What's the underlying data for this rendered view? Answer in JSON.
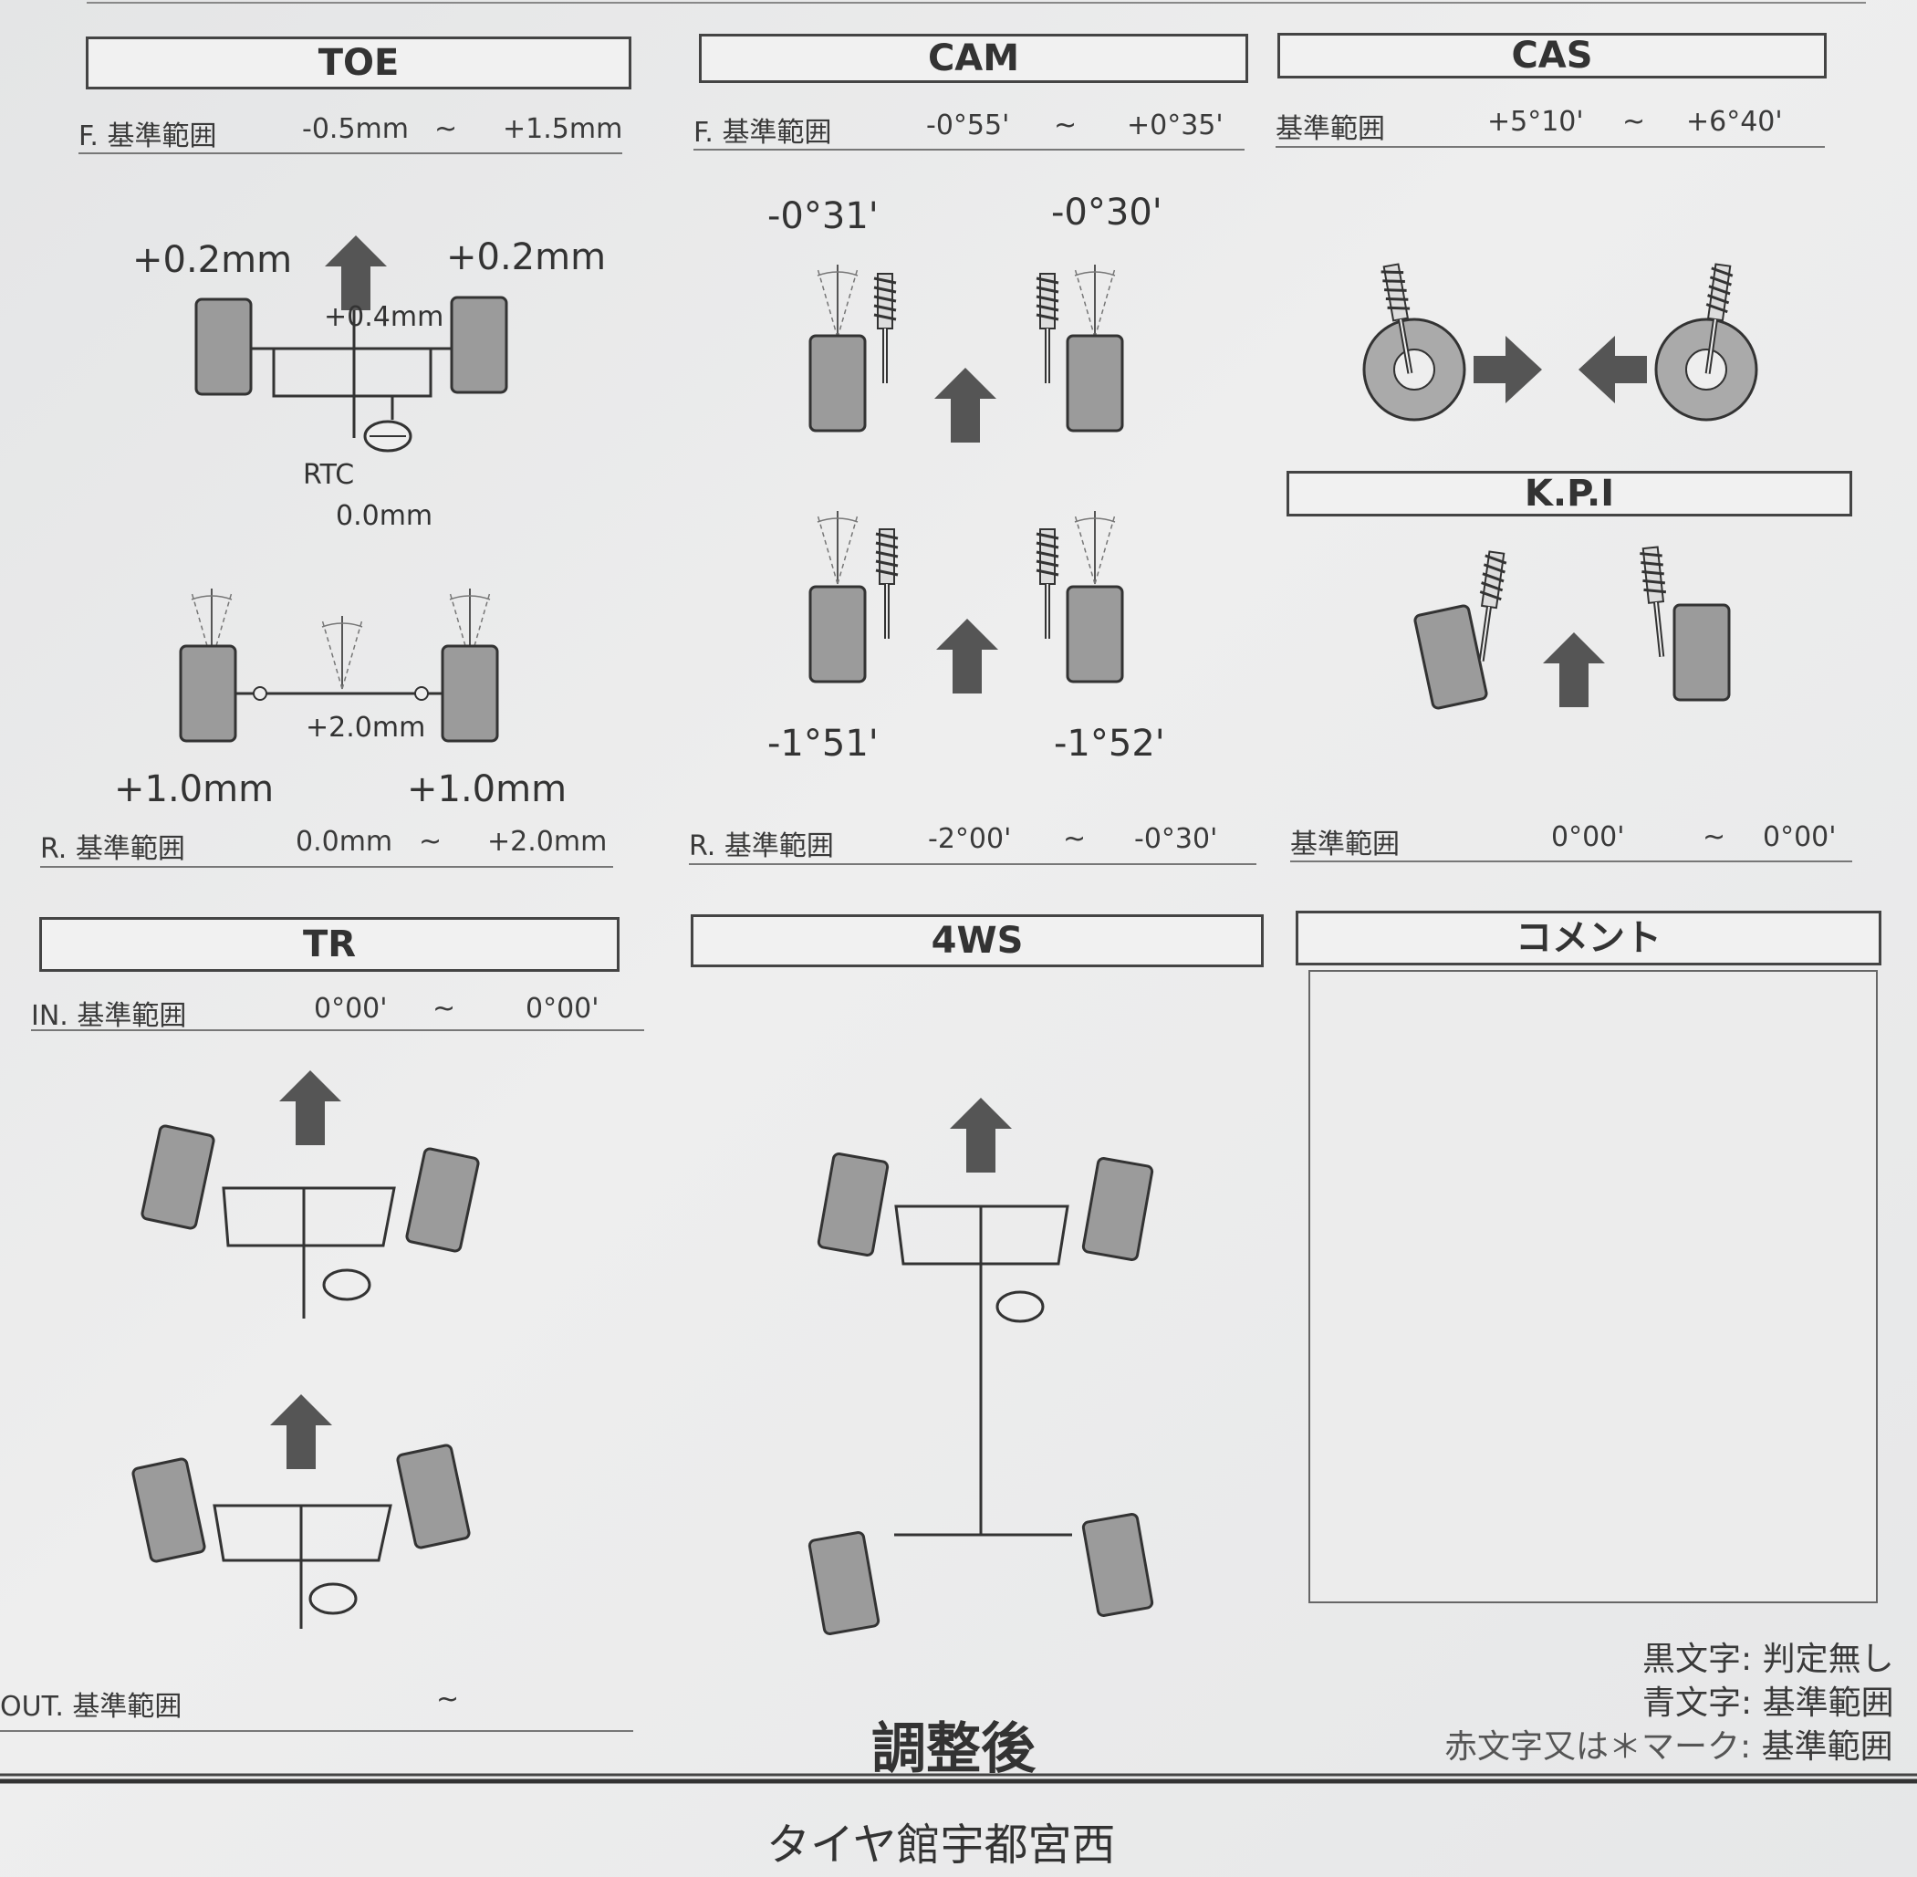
{
  "toe": {
    "title": "TOE",
    "front_range": {
      "label": "F. 基準範囲",
      "min": "-0.5mm",
      "sep": "~",
      "max": "+1.5mm"
    },
    "front_left": "+0.2mm",
    "front_right": "+0.2mm",
    "front_total": "+0.4mm",
    "rtc_label": "RTC",
    "rtc_value": "0.0mm",
    "rear_total": "+2.0mm",
    "rear_left": "+1.0mm",
    "rear_right": "+1.0mm",
    "rear_range": {
      "label": "R. 基準範囲",
      "min": "0.0mm",
      "sep": "~",
      "max": "+2.0mm"
    }
  },
  "cam": {
    "title": "CAM",
    "front_range": {
      "label": "F. 基準範囲",
      "min": "-0°55'",
      "sep": "~",
      "max": "+0°35'"
    },
    "front_left": "-0°31'",
    "front_right": "-0°30'",
    "rear_left": "-1°51'",
    "rear_right": "-1°52'",
    "rear_range": {
      "label": "R. 基準範囲",
      "min": "-2°00'",
      "sep": "~",
      "max": "-0°30'"
    }
  },
  "cas": {
    "title": "CAS",
    "range": {
      "label": "基準範囲",
      "min": "+5°10'",
      "sep": "~",
      "max": "+6°40'"
    }
  },
  "kpi": {
    "title": "K.P.I",
    "range": {
      "label": "基準範囲",
      "min": "0°00'",
      "sep": "~",
      "max": "0°00'"
    }
  },
  "tr": {
    "title": "TR",
    "in_range": {
      "label": "IN. 基準範囲",
      "min": "0°00'",
      "sep": "~",
      "max": "0°00'"
    },
    "out_range": {
      "label": "OUT. 基準範囲",
      "sep": "~"
    }
  },
  "fws": {
    "title": "4WS"
  },
  "comment": {
    "title": "コメント"
  },
  "status": "調整後",
  "legend": [
    {
      "key": "黒文字:",
      "text": "判定無し"
    },
    {
      "key": "青文字:",
      "text": "基準範囲"
    },
    {
      "key": "赤文字又は＊マーク:",
      "text": "基準範囲"
    }
  ],
  "footer": "タイヤ館宇都宮西",
  "colors": {
    "ink": "#3a3a3a",
    "wheel": "#9a9a9a",
    "arrow": "#555555",
    "paper": "#ebebeb"
  }
}
